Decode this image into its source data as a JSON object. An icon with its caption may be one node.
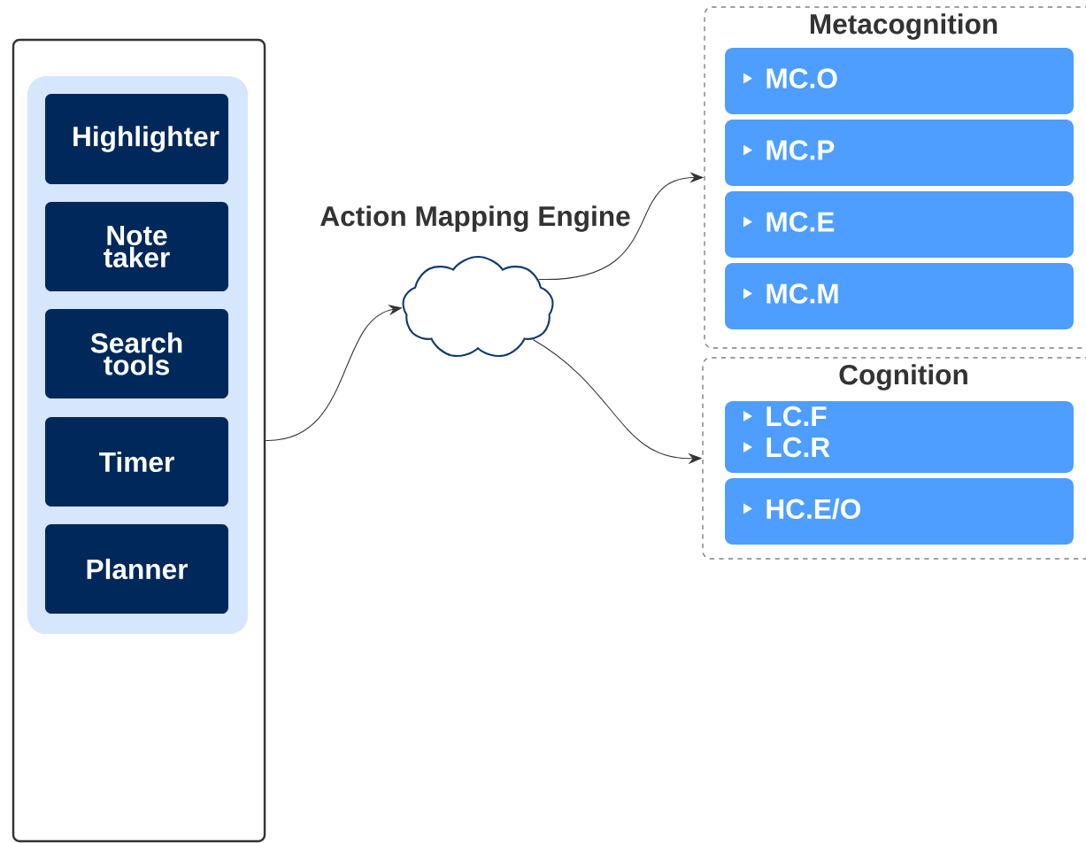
{
  "diagram": {
    "nodes": [
      {
        "text": [],
        "shape": "box"
      },
      {
        "text": [],
        "shape": "box",
        "in": 0
      },
      {
        "text": [
          "Highlighter"
        ],
        "in": 1
      },
      {
        "text": [
          "Note taker"
        ],
        "in": 1
      },
      {
        "text": [
          "Search tools"
        ],
        "in": 1
      },
      {
        "text": [
          "Timer"
        ],
        "in": 1
      },
      {
        "text": [
          "Planner"
        ],
        "in": 1
      },
      {
        "text": [
          "Action Mapping Engine"
        ]
      },
      {
        "text": [
          "Metacognition"
        ]
      },
      {
        "text": [
          "MC.O"
        ],
        "in": 8
      },
      {
        "text": [
          "MC.P"
        ],
        "in": 8
      },
      {
        "text": [
          "MC.E"
        ],
        "in": 8
      },
      {
        "text": [
          "MC.M"
        ],
        "in": 8
      },
      {
        "text": [
          "Cognition"
        ]
      },
      {
        "text": [
          "LC.F",
          "LC.R"
        ],
        "in": 13
      },
      {
        "text": [
          "HC.E/O"
        ],
        "in": 13
      }
    ],
    "edges": [
      {
        "from": 0,
        "to": 7,
        "arrow": "to"
      },
      {
        "from": 7,
        "to": 8,
        "arrow": "to"
      },
      {
        "from": 7,
        "to": 13,
        "arrow": "to"
      }
    ]
  }
}
